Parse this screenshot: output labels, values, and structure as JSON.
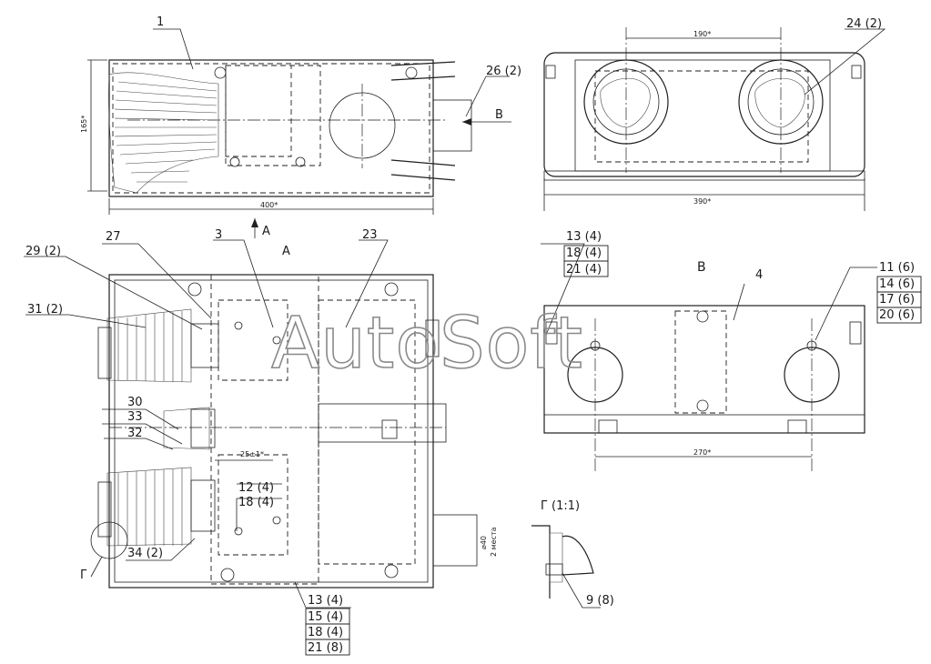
{
  "watermark": "AutoSoft",
  "callouts": {
    "c1": "1",
    "c24": "24 (2)",
    "c26": "26 (2)",
    "c3": "3",
    "c27": "27",
    "c23": "23",
    "c29": "29 (2)",
    "c31": "31 (2)",
    "c30": "30",
    "c33": "33",
    "c32": "32",
    "c34": "34 (2)",
    "c12": "12 (4)",
    "c18a": "18 (4)",
    "c4": "4",
    "c9": "9 (8)",
    "stack_tl": [
      "13 (4)",
      "18 (4)",
      "21 (4)"
    ],
    "stack_r": [
      "11 (6)",
      "14 (6)",
      "17 (6)",
      "20 (6)"
    ],
    "stack_b": [
      "13 (4)",
      "15 (4)",
      "18 (4)",
      "21 (8)"
    ]
  },
  "view_labels": {
    "arrow_b": "B",
    "arrow_a": "A",
    "view_a": "A",
    "view_b": "B",
    "detail_g": "Г",
    "detail_g_title": "Г (1:1)"
  },
  "dimensions": {
    "d165": "165*",
    "d400": "400*",
    "d190": "190*",
    "d390": "390*",
    "d270": "270*",
    "d25": "25±1*",
    "d40": "⌀40",
    "d2places": "2 места"
  }
}
